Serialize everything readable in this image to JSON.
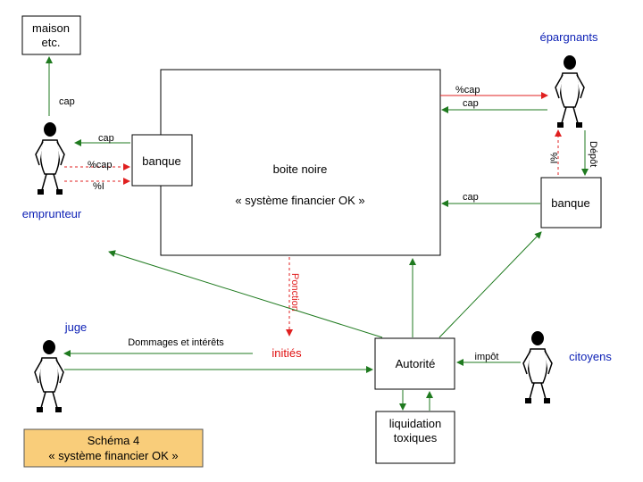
{
  "nodes": {
    "maison": "maison\netc.",
    "black_box_title": "boite noire",
    "black_box_subtitle": "« système financier OK »",
    "bank_left": "banque",
    "bank_right": "banque",
    "authority": "Autorité",
    "toxic": "liquidation\ntoxiques"
  },
  "actors": {
    "savers": "épargnants",
    "borrower": "emprunteur",
    "judge": "juge",
    "citizens": "citoyens",
    "insiders": "initiés"
  },
  "flows": {
    "cap_up": "cap",
    "cap_borrower": "cap",
    "pct_cap_borrower": "%cap",
    "pct_i_borrower": "%I",
    "pct_cap_savers": "%cap",
    "cap_savers": "cap",
    "pct_savers": "I%",
    "deposit": "Dépôt",
    "cap_bank_right": "cap",
    "ponction": "Ponction",
    "damages": "Dommages et intérêts",
    "tax": "impôt"
  },
  "legend": {
    "line1": "Schéma 4",
    "line2": "« système financier OK »"
  },
  "colors": {
    "green_arrow": "#1f7a1f",
    "red_arrow": "#e02020",
    "actor_blue": "#0b1fb5",
    "legend_fill": "#f9cd7a"
  }
}
